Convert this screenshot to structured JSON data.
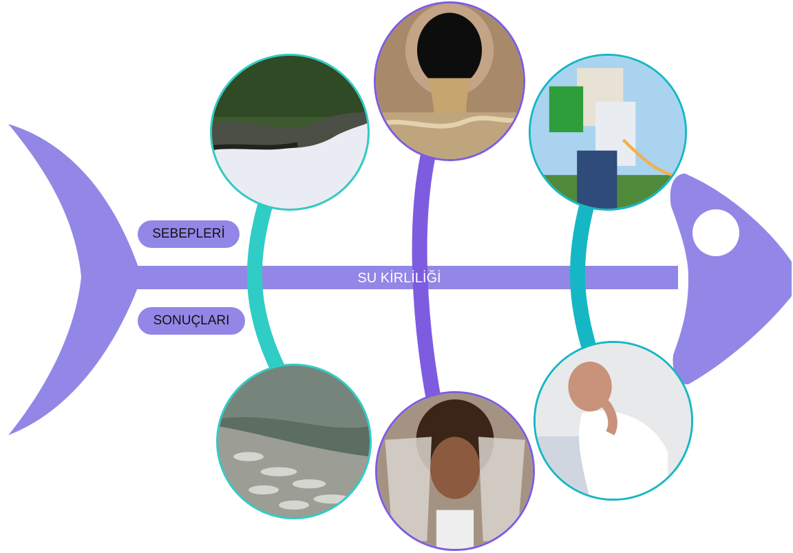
{
  "colors": {
    "fish": "#9287e6",
    "eye": "#ffffff",
    "pill": "#9287e6",
    "bone_teal": "#2fcdc5",
    "bone_purple": "#7d5ce0",
    "bone_cyan": "#16b7c4",
    "label_text": "#111111",
    "spine_text": "#ffffff"
  },
  "spine": {
    "label": "SU KİRLİLİĞİ"
  },
  "labels": {
    "causes": "SEBEPLERİ",
    "effects": "SONUÇLARI"
  },
  "photos": [
    {
      "name": "polluted-river-foam-photo",
      "group": "causes"
    },
    {
      "name": "sewage-pipe-discharge-photo",
      "group": "causes"
    },
    {
      "name": "pesticide-spraying-farmer-photo",
      "group": "causes"
    },
    {
      "name": "dead-fish-shore-photo",
      "group": "effects"
    },
    {
      "name": "woman-holding-dirty-water-glasses-photo",
      "group": "effects"
    },
    {
      "name": "sick-man-nausea-photo",
      "group": "effects"
    }
  ]
}
